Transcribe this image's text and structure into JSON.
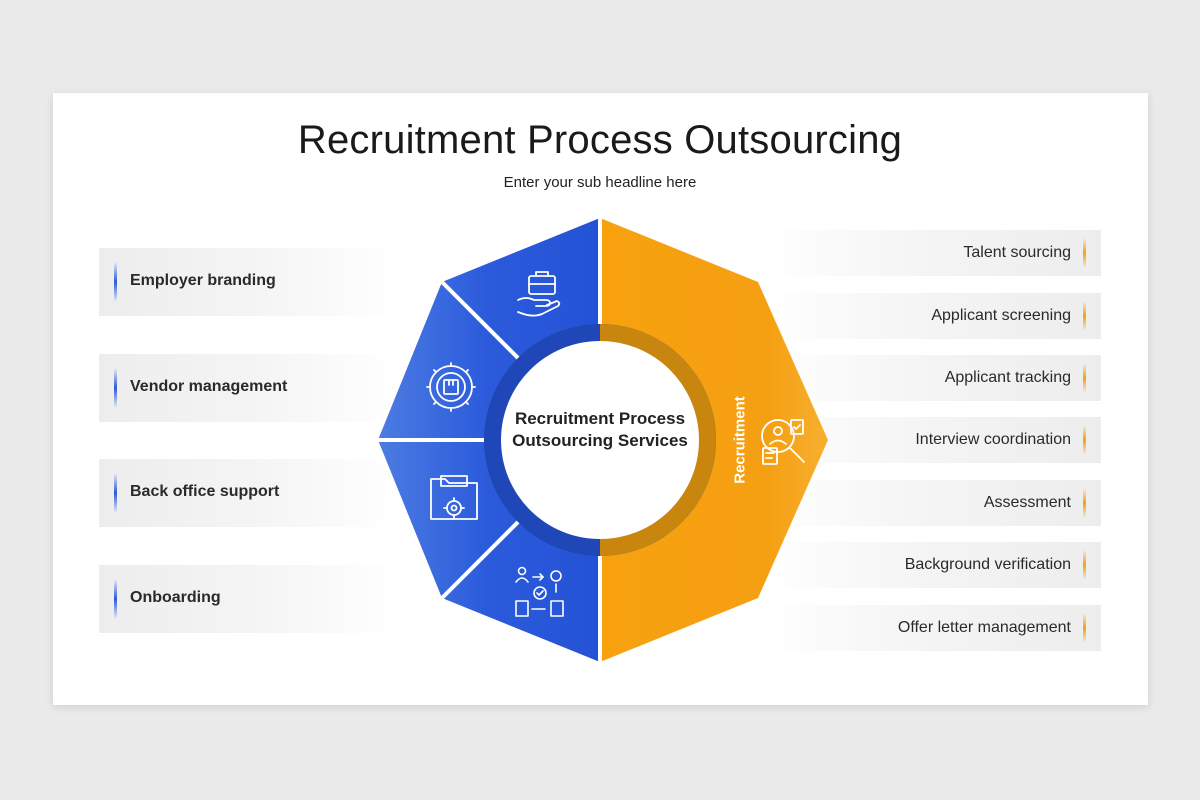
{
  "title": "Recruitment Process Outsourcing",
  "subtitle": "Enter your sub headline here",
  "center_label": "Recruitment Process Outsourcing Services",
  "recruitment_label": "Recruitment",
  "left_items": [
    "Employer branding",
    "Vendor management",
    "Back office support",
    "Onboarding"
  ],
  "right_items": [
    "Talent sourcing",
    "Applicant screening",
    "Applicant tracking",
    "Interview coordination",
    "Assessment",
    "Background verification",
    "Offer letter management"
  ],
  "icons": [
    "briefcase-hand-icon",
    "gear-box-icon",
    "folder-gear-icon",
    "workflow-icon",
    "recruit-search-icon"
  ],
  "colors": {
    "blue": "#2b5bdb",
    "orange": "#f5a012",
    "background": "#ebeaeb"
  }
}
